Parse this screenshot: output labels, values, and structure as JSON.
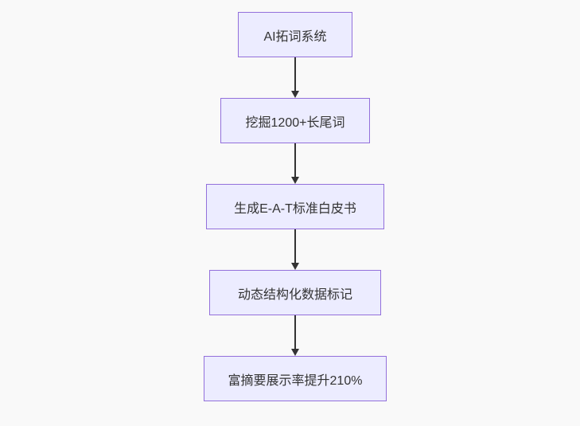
{
  "page": {
    "background_color": "#f9f9f9"
  },
  "flowchart": {
    "type": "flowchart",
    "direction": "top-down",
    "nodes": [
      {
        "label": "AI拓词系统"
      },
      {
        "label": "挖掘1200+长尾词"
      },
      {
        "label": "生成E-A-T标准白皮书"
      },
      {
        "label": "动态结构化数据标记"
      },
      {
        "label": "富摘要展示率提升210%"
      }
    ],
    "edges": [
      {
        "from": "AI拓词系统",
        "to": "挖掘1200+长尾词",
        "arrow": "down"
      },
      {
        "from": "挖掘1200+长尾词",
        "to": "生成E-A-T标准白皮书",
        "arrow": "down"
      },
      {
        "from": "生成E-A-T标准白皮书",
        "to": "动态结构化数据标记",
        "arrow": "down"
      },
      {
        "from": "动态结构化数据标记",
        "to": "富摘要展示率提升210%",
        "arrow": "down"
      }
    ],
    "colors": {
      "node_fill": "#ECECFF",
      "node_border": "#9370DB",
      "node_text": "#333333",
      "arrow": "#333333"
    }
  }
}
